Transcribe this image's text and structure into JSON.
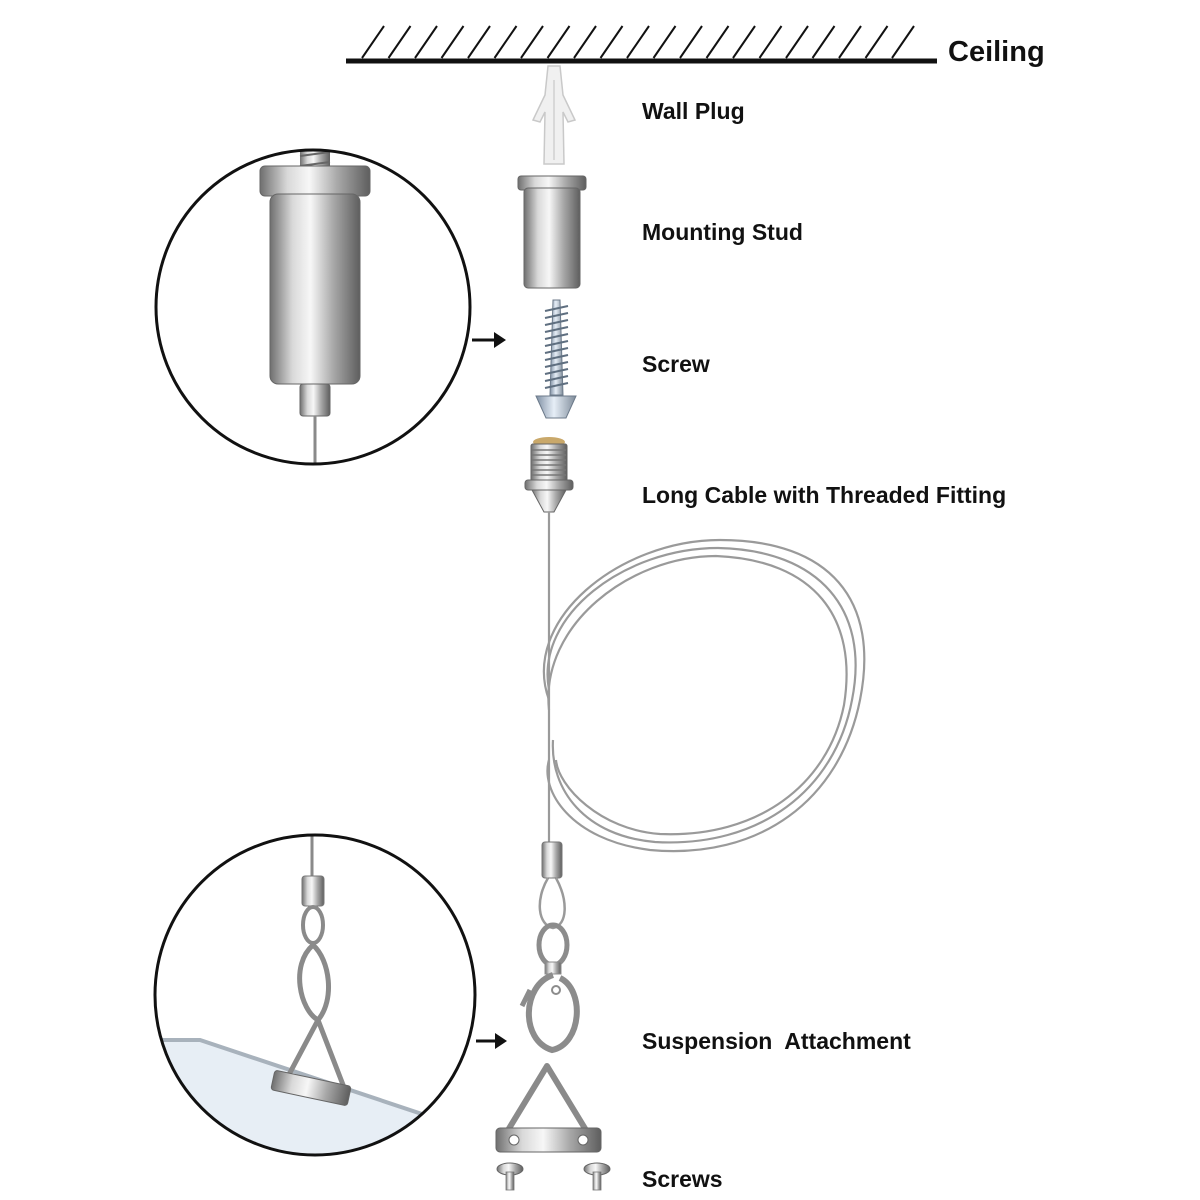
{
  "ceiling": {
    "label": "Ceiling"
  },
  "parts": [
    {
      "id": "wall-plug",
      "label": "Wall Plug",
      "icon": "wall-plug-icon"
    },
    {
      "id": "mounting-stud",
      "label": "Mounting Stud",
      "icon": "mounting-stud-icon"
    },
    {
      "id": "screw",
      "label": "Screw",
      "icon": "screw-icon"
    },
    {
      "id": "cable",
      "label": "Long Cable with Threaded Fitting",
      "icon": "threaded-fitting-icon"
    },
    {
      "id": "suspension",
      "label": "Suspension  Attachment",
      "icon": "swivel-hook-icon"
    },
    {
      "id": "screws",
      "label": "Screws",
      "icon": "small-screws-icon"
    }
  ],
  "colors": {
    "metal_light": "#e8e8e8",
    "metal_dark": "#8a8a8a",
    "cable": "#9a9a9a",
    "plug": "#f2f2f2",
    "screw_blue": "#b9c7d6",
    "line": "#111111"
  }
}
